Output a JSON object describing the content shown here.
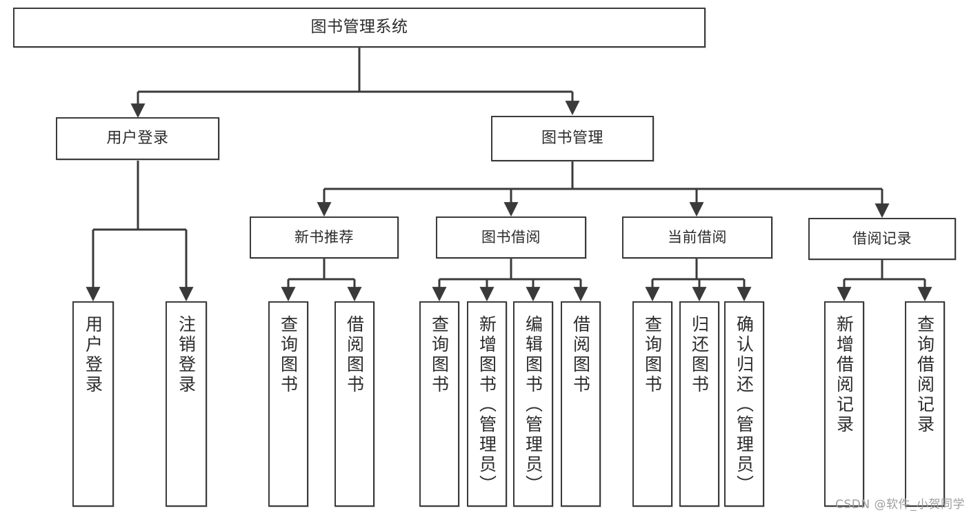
{
  "diagram": {
    "type": "hierarchy-tree",
    "title": "图书管理系统",
    "root": {
      "label": "图书管理系统"
    },
    "level1": [
      {
        "label": "用户登录"
      },
      {
        "label": "图书管理"
      }
    ],
    "level2": [
      {
        "label": "新书推荐"
      },
      {
        "label": "图书借阅"
      },
      {
        "label": "当前借阅"
      },
      {
        "label": "借阅记录"
      }
    ],
    "leaves": {
      "user_login": [
        {
          "label": "用户登录"
        },
        {
          "label": "注销登录"
        }
      ],
      "new_book_recommend": [
        {
          "label": "查询图书"
        },
        {
          "label": "借阅图书"
        }
      ],
      "book_borrow": [
        {
          "label": "查询图书"
        },
        {
          "label": "新增图书（管理员）"
        },
        {
          "label": "编辑图书（管理员）"
        },
        {
          "label": "借阅图书"
        }
      ],
      "current_borrow": [
        {
          "label": "查询图书"
        },
        {
          "label": "归还图书"
        },
        {
          "label": "确认归还（管理员）"
        }
      ],
      "borrow_record": [
        {
          "label": "新增借阅记录"
        },
        {
          "label": "查询借阅记录"
        }
      ]
    }
  },
  "watermark": {
    "text": "CSDN @软件_小贺同学"
  },
  "colors": {
    "stroke": "#3a3a3a",
    "background": "#ffffff",
    "text": "#2b2b2b",
    "watermark": "#9d9d9d"
  }
}
